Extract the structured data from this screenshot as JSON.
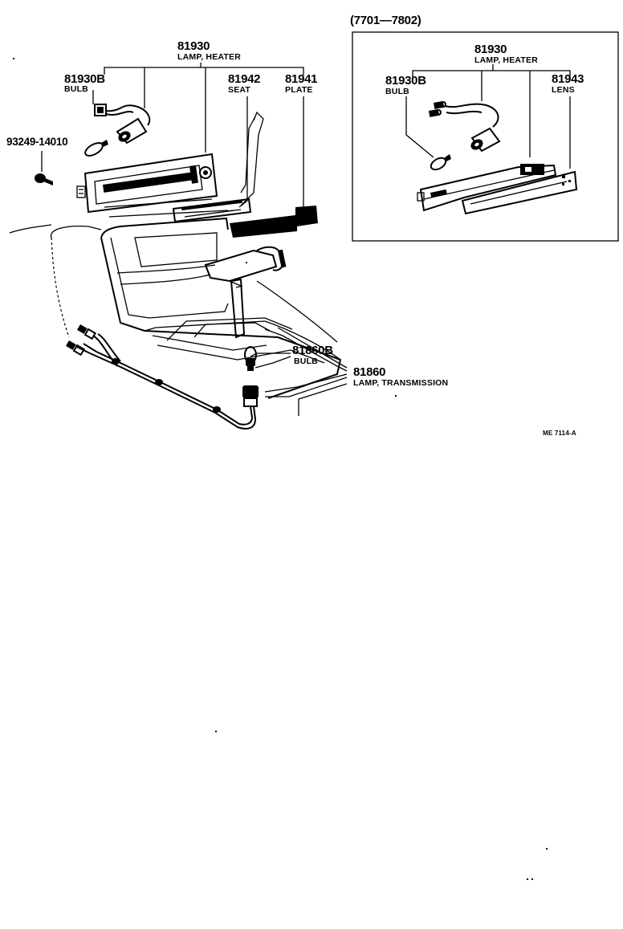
{
  "variant_label": "(7701—7802)",
  "main": {
    "lamp_heater": {
      "number": "81930",
      "name": "LAMP, HEATER"
    },
    "bulb": {
      "number": "81930B",
      "name": "BULB"
    },
    "seat": {
      "number": "81942",
      "name": "SEAT"
    },
    "plate": {
      "number": "81941",
      "name": "PLATE"
    },
    "screw": {
      "number": "93249-14010"
    },
    "trans_bulb": {
      "number": "81860B",
      "name": "BULB"
    },
    "trans_lamp": {
      "number": "81860",
      "name": "LAMP, TRANSMISSION"
    }
  },
  "inset": {
    "lamp_heater": {
      "number": "81930",
      "name": "LAMP, HEATER"
    },
    "bulb": {
      "number": "81930B",
      "name": "BULB"
    },
    "lens": {
      "number": "81943",
      "name": "LENS"
    }
  },
  "figure_code": "ME 7114-A"
}
